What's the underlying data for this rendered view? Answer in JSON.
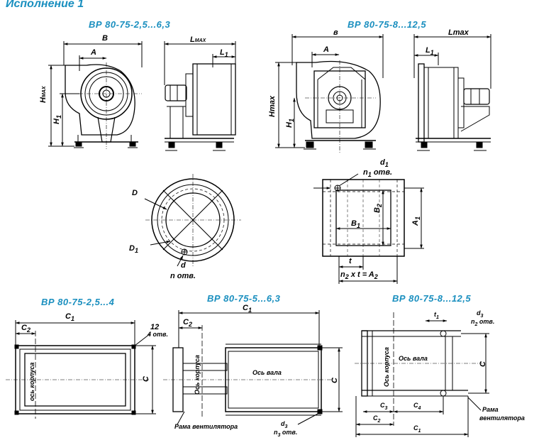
{
  "header": {
    "title": "Исполнение 1"
  },
  "figures": {
    "top_left_caption": "ВР 80-75-2,5...6,3",
    "top_right_caption": "ВР 80-75-8...12,5",
    "bottom_left_caption": "ВР 80-75-2,5...4",
    "bottom_mid_caption": "ВР 80-75-5...6,3",
    "bottom_right_caption": "ВР 80-75-8...12,5"
  },
  "labels": {
    "B": "B",
    "A": "A",
    "Lmax_sub": "L",
    "Lmax_sub_text": "MAX",
    "L1": "L",
    "L1_sub": "1",
    "Hmax": "H",
    "Hmax_sub": "MAX",
    "H1": "H",
    "H1_sub": "1",
    "B_right": "в",
    "Lmax_right": "Lmax",
    "L1_right": "L",
    "L1_right_sub": "1",
    "Hmax_right": "Hmax",
    "H1_right": "H",
    "H1_right_sub": "1",
    "D": "D",
    "D1": "D",
    "D1_sub": "1",
    "d": "d",
    "n_otv": "n отв.",
    "d1": "d",
    "d1_sub": "1",
    "n1_otv": "n",
    "n1_otv_sub": "1",
    "n1_otv_text": "отв.",
    "B2": "B",
    "B2_sub": "2",
    "B1": "B",
    "B1_sub": "1",
    "A1": "A",
    "A1_sub": "1",
    "t": "t",
    "n2t": "n",
    "n2t_sub": "2",
    "n2t_eq": "x t = A",
    "n2t_sub2": "2",
    "C1_left": "C",
    "C1_left_sub": "1",
    "C2_left": "C",
    "C2_left_sub": "2",
    "holes_12": "12",
    "holes_4": "4 отв.",
    "os_korpusa_left": "ось корпуса",
    "C_left": "C",
    "C1_mid": "C",
    "C1_mid_sub": "1",
    "C2_mid": "C",
    "C2_mid_sub": "2",
    "os_korpusa_mid": "Ось корпуса",
    "os_vala_mid": "Ось вала",
    "C_mid": "C",
    "rama_mid": "Рама вентилятора",
    "d3_mid": "d",
    "d3_mid_sub": "3",
    "n3_mid": "n",
    "n3_mid_sub": "3",
    "n3_mid_text": "отв.",
    "t1_right": "t",
    "t1_right_sub": "1",
    "d3_right": "d",
    "d3_right_sub": "3",
    "n2_right": "n",
    "n2_right_sub": "2",
    "n2_right_text": "отв.",
    "os_korpusa_right": "Ось корпуса",
    "os_vala_right": "Ось вала",
    "C_right": "C",
    "C3_right": "C",
    "C3_right_sub": "3",
    "C4_right": "C",
    "C4_right_sub": "4",
    "C2_right": "C",
    "C2_right_sub": "2",
    "C1_right": "C",
    "C1_right_sub": "1",
    "rama_right_1": "Рама",
    "rama_right_2": "вентилятора"
  },
  "colors": {
    "caption": "#1a8fbf",
    "ink": "#000000"
  }
}
